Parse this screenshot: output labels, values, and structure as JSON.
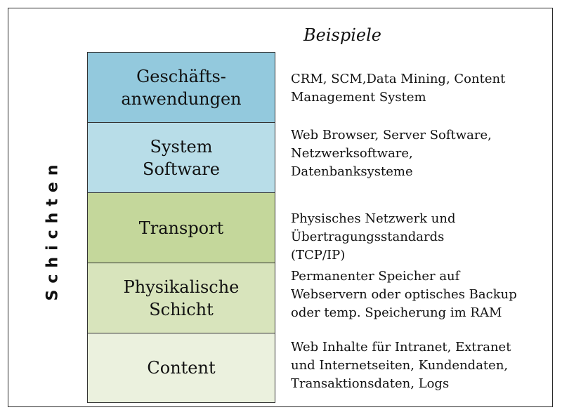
{
  "heading": "Beispiele",
  "side_label": "Schichten",
  "layers": [
    {
      "label": "Geschäfts-\nanwendungen",
      "examples": "CRM, SCM,Data Mining, Content\nManagement System",
      "color": "#93c9dd"
    },
    {
      "label": "System\nSoftware",
      "examples": "Web Browser, Server Software,\nNetzwerksoftware,\nDatenbanksysteme",
      "color": "#b8dde8"
    },
    {
      "label": "Transport",
      "examples": "Physisches Netzwerk und\nÜbertragungsstandards\n(TCP/IP)",
      "color": "#c4d79b"
    },
    {
      "label": "Physikalische\nSchicht",
      "examples": "Permanenter Speicher auf\nWebservern oder optisches Backup\noder temp. Speicherung im RAM",
      "color": "#d8e4bc"
    },
    {
      "label": "Content",
      "examples": "Web Inhalte für Intranet, Extranet\nund Internetseiten, Kundendaten,\nTransaktionsdaten, Logs",
      "color": "#ebf1de"
    }
  ]
}
